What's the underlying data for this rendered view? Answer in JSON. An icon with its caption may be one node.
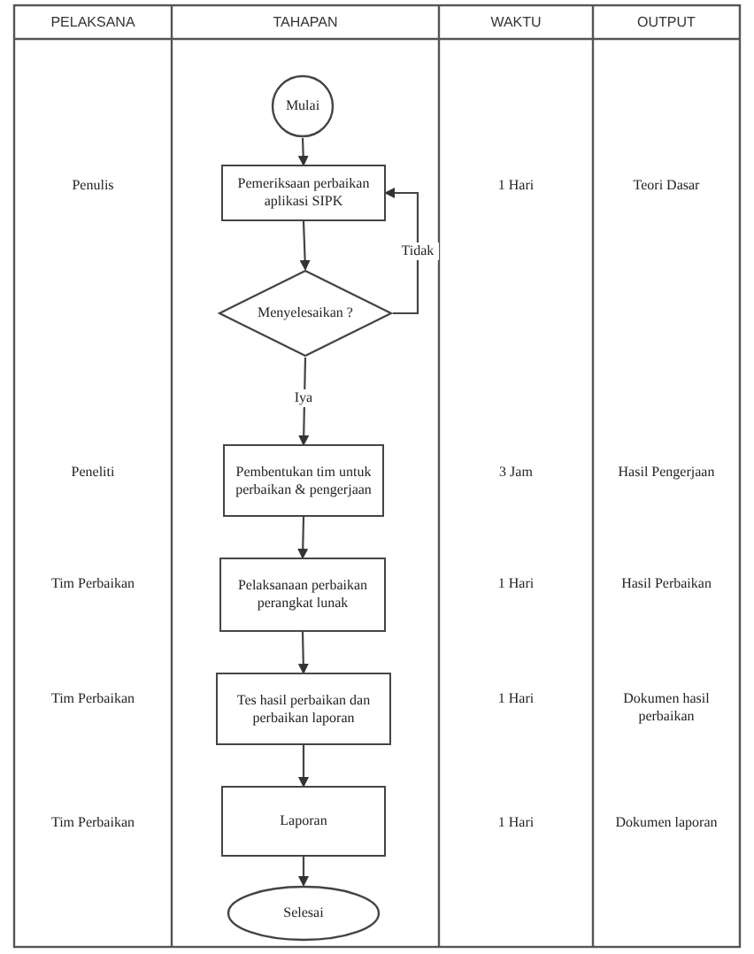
{
  "diagram": {
    "nodes": [
      {
        "text": [
          "Mulai"
        ]
      },
      {
        "text": [
          "Pemeriksaan perbaikan aplikasi SIPK"
        ]
      },
      {
        "text": [
          "Menyelesaikan ?"
        ]
      },
      {
        "text": [
          "Pembentukan tim untuk perbaikan & pengerjaan"
        ]
      },
      {
        "text": [
          "Pelaksanaan perbaikan perangkat lunak"
        ]
      },
      {
        "text": [
          "Tes hasil perbaikan dan perbaikan laporan"
        ]
      },
      {
        "text": [
          "Laporan"
        ]
      },
      {
        "text": [
          "Selesai"
        ]
      }
    ],
    "edges": [
      {
        "from": 0,
        "to": 1,
        "arrow": "to"
      },
      {
        "from": 1,
        "to": 2,
        "arrow": "to"
      },
      {
        "from": 2,
        "to": 1,
        "arrow": "to",
        "label": "Tidak"
      },
      {
        "from": 2,
        "to": 3,
        "arrow": "to",
        "label": "Iya"
      },
      {
        "from": 3,
        "to": 4,
        "arrow": "to"
      },
      {
        "from": 4,
        "to": 5,
        "arrow": "to"
      },
      {
        "from": 5,
        "to": 6,
        "arrow": "to"
      },
      {
        "from": 6,
        "to": 7,
        "arrow": "to"
      }
    ],
    "labels": [
      "PELAKSANA",
      "TAHAPAN",
      "WAKTU",
      "OUTPUT",
      "Penulis",
      "1 Hari",
      "Teori Dasar",
      "Peneliti",
      "3 Jam",
      "Hasil Pengerjaan",
      "Tim Perbaikan",
      "1 Hari",
      "Hasil Perbaikan",
      "Tim Perbaikan",
      "1 Hari",
      "Dokumen hasil perbaikan",
      "Tim Perbaikan",
      "1 Hari",
      "Dokumen laporan"
    ]
  }
}
